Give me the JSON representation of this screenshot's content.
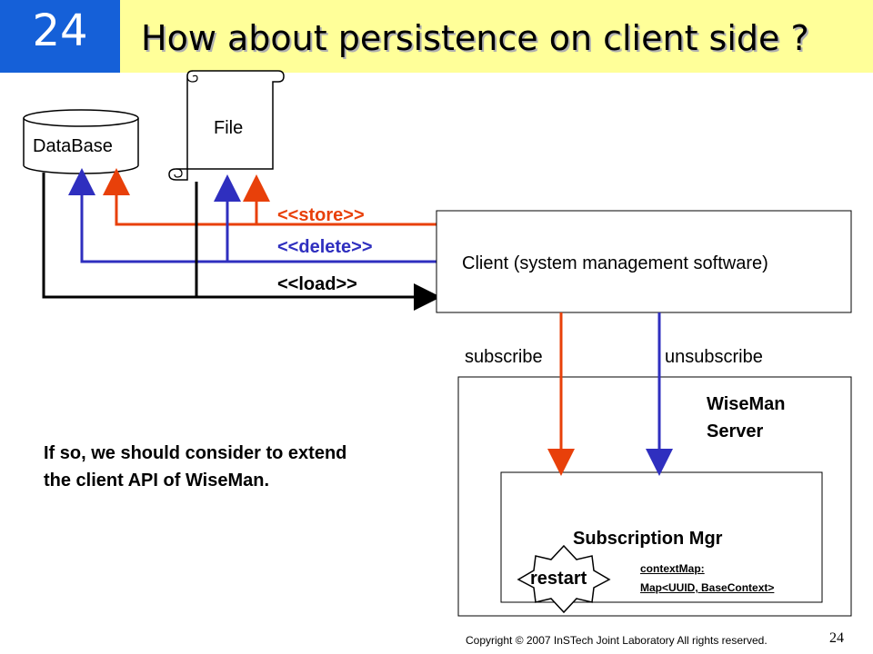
{
  "slide": {
    "number": "24",
    "title": "How about persistence on client side ?",
    "page_number": "24",
    "copyright": "Copyright © 2007 InSTech Joint Laboratory All rights reserved."
  },
  "diagram": {
    "database_label": "DataBase",
    "file_label": "File",
    "store_label": "<<store>>",
    "delete_label": "<<delete>>",
    "load_label": "<<load>>",
    "client_label": "Client (system management software)",
    "subscribe_label": "subscribe",
    "unsubscribe_label": "unsubscribe",
    "server_label": "WiseMan\nServer",
    "subscription_mgr_label": "Subscription Mgr",
    "restart_label": "restart",
    "context_map_line1": "contextMap:",
    "context_map_line2": "Map<UUID, BaseContext>"
  },
  "note": {
    "line1": "If so, we should consider to extend",
    "line2": "the client API of WiseMan."
  },
  "colors": {
    "title_bar": "#ffff99",
    "number_box": "#1560d8",
    "store": "#e8400a",
    "delete": "#2f2fbf",
    "load": "#000000"
  }
}
